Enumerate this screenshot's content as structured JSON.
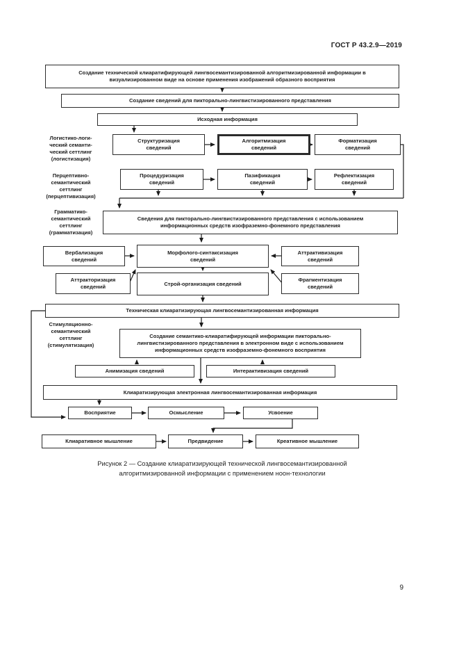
{
  "page": {
    "header": "ГОСТ Р 43.2.9—2019",
    "page_number": "9",
    "caption": "Рисунок 2 — Создание клиаратизирующей технической лингвосемантизированной\nалгоритмизированной информации с применением ноон-технологии"
  },
  "side_labels": {
    "logistic": "Логистико-логи-\nческий семанти-\nческий сеттлинг\n(логистизация)",
    "perceptive": "Перцептивно-\nсемантический\nсеттлинг\n(перцептивизация)",
    "grammatic": "Грамматико-\nсемантический\nсеттлинг\n(грамматизация)",
    "stimulation": "Стимуляционно-\nсемантический\nсеттлинг\n(стимулятизация)"
  },
  "boxes": {
    "create_tech_info": "Создание технической клиаратифирующей лингвосемантизированной алгоритмизированной информации в\nвизуализированном виде на основе применения изображений образного восприятия",
    "create_pictorial": "Создание сведений для пикторально-лингвистизированного представления",
    "source_info": "Исходная информация",
    "structurization": "Структуризация\nсведений",
    "algorithmization": "Алгоритмизация\nсведений",
    "formatization": "Форматизация\nсведений",
    "procedurization": "Процедуризация\nсведений",
    "pazification": "Пазификация\nсведений",
    "reflectization": "Рефлектизация\nсведений",
    "svedenia_pictorial": "Сведения для пикторально-лингвистизированного представления с использованием\nинформационных средств изофраземно-фонемного представления",
    "verbalization": "Вербализация\nсведений",
    "morpho_syntax": "Морфолого-синтаксизация\nсведений",
    "attractivization": "Аттрактивизация\nсведений",
    "attractorization": "Аттракторизация\nсведений",
    "stroy_org": "Строй-организация сведений",
    "fragmentization": "Фрагментизация\nсведений",
    "tech_clearing_info": "Техническая  клиаратизирующая лингвосемантизированная информация",
    "create_semantic": "Создание семантико-клиаратифирующей информации пикторально-\nлингвистизированного представления в электронном виде с использованием\nинформационных средств изофраземно-фонемного восприятия",
    "animization": "Анимизация сведений",
    "interactivization": "Интерактивизация сведений",
    "clearing_electronic": "Клиаратизирующая электронная лингвосемантизированная информация",
    "perception": "Восприятие",
    "comprehension": "Осмысление",
    "assimilation": "Усвоение",
    "cliarative_thinking": "Клиаративное мышление",
    "prediction": "Предвидение",
    "creative_thinking": "Креативное мышление"
  }
}
